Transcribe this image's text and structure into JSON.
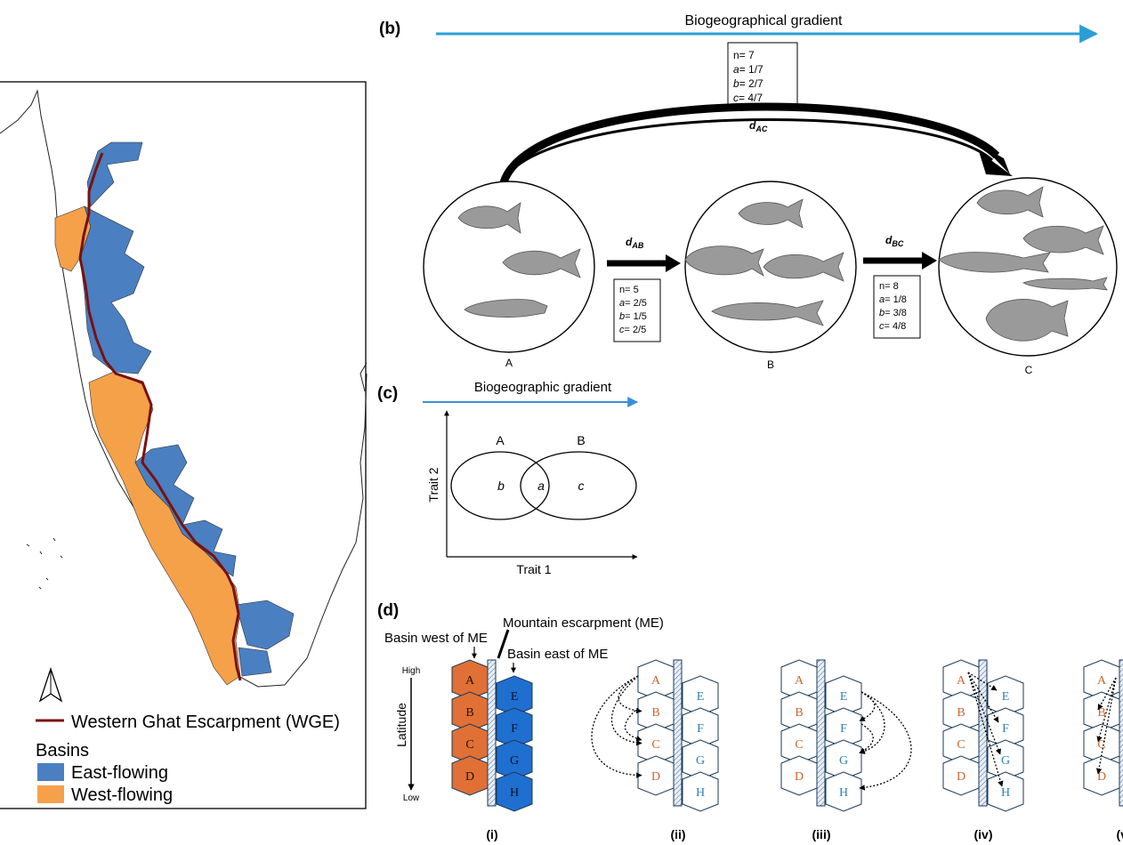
{
  "map": {
    "legend": {
      "escarpment_label": "Western Ghat Escarpment (WGE)",
      "basins_title": "Basins",
      "east_label": "East-flowing",
      "west_label": "West-flowing"
    },
    "colors": {
      "east": "#4a7fc1",
      "west": "#f5a14a",
      "escarpment": "#7a1010"
    },
    "north_icon": "north-arrow-icon"
  },
  "panel_b": {
    "letter": "(b)",
    "gradient_label": "Biogeographical gradient",
    "gradient_color": "#2a9fd6",
    "sites": [
      "A",
      "B",
      "C"
    ],
    "d_ab": "d",
    "d_ab_sub": "AB",
    "d_bc": "d",
    "d_bc_sub": "BC",
    "d_ac": "d",
    "d_ac_sub": "AC",
    "box_ac": {
      "n": "n= 7",
      "a": "a",
      "a_val": "= 1/7",
      "b": "b",
      "b_val": "= 2/7",
      "c": "c",
      "c_val": "= 4/7"
    },
    "box_ab": {
      "n": "n= 5",
      "a": "a",
      "a_val": "= 2/5",
      "b": "b",
      "b_val": "= 1/5",
      "c": "c",
      "c_val": "= 2/5"
    },
    "box_bc": {
      "n": "n= 8",
      "a": "a",
      "a_val": "= 1/8",
      "b": "b",
      "b_val": "= 3/8",
      "c": "c",
      "c_val": "= 4/8"
    }
  },
  "panel_c": {
    "letter": "(c)",
    "gradient_label": "Biogeographic gradient",
    "gradient_color": "#3a8fd6",
    "set_a": "A",
    "set_b": "B",
    "region_b": "b",
    "region_a": "a",
    "region_c": "c",
    "xlabel": "Trait 1",
    "ylabel": "Trait 2"
  },
  "panel_d": {
    "letter": "(d)",
    "me_label": "Mountain escarpment (ME)",
    "west_label": "Basin west of ME",
    "east_label": "Basin east of ME",
    "lat_label": "Latitude",
    "high": "High",
    "low": "Low",
    "west_cells": [
      "A",
      "B",
      "C",
      "D"
    ],
    "east_cells": [
      "E",
      "F",
      "G",
      "H"
    ],
    "scenarios": [
      "(i)",
      "(ii)",
      "(iii)",
      "(iv)",
      "(v)"
    ],
    "colors": {
      "west_fill": "#e07035",
      "east_fill": "#1f6fd0",
      "west_text": "#d0652a",
      "east_text": "#2f7fc0"
    }
  }
}
